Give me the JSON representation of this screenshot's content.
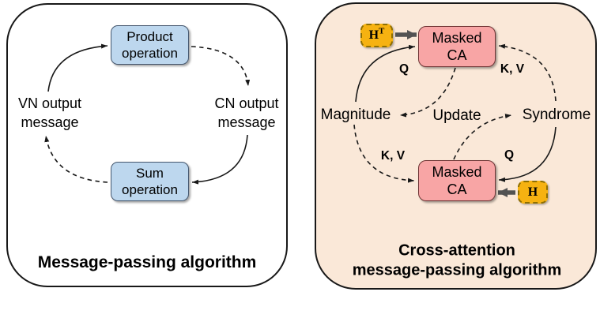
{
  "figure": {
    "left_panel": {
      "title": "Message-passing algorithm",
      "product_box_label": "Product\noperation",
      "sum_box_label": "Sum\noperation",
      "vn_output_label": "VN output\nmessage",
      "cn_output_label": "CN output\nmessage"
    },
    "right_panel": {
      "title_line1": "Cross-attention",
      "title_line2": "message-passing algorithm",
      "masked_ca_top_label": "Masked\nCA",
      "masked_ca_bottom_label": "Masked\nCA",
      "ht_matrix": {
        "base": "H",
        "superscript": "T"
      },
      "h_matrix": "H",
      "q_top": "Q",
      "kv_top": "K, V",
      "kv_bottom": "K, V",
      "q_bottom": "Q",
      "magnitude_label": "Magnitude",
      "update_label": "Update",
      "syndrome_label": "Syndrome"
    },
    "colors": {
      "blue_box_fill": "#BDD7EE",
      "blue_box_border": "#46586F",
      "pink_box_fill": "#F8A5A5",
      "pink_box_border": "#6E3434",
      "orange_box_fill": "#F6B211",
      "orange_box_border": "#8F6F00",
      "right_panel_fill": "#FAE8D8",
      "arrow_gray": "#525252",
      "line_black": "#181818"
    }
  }
}
